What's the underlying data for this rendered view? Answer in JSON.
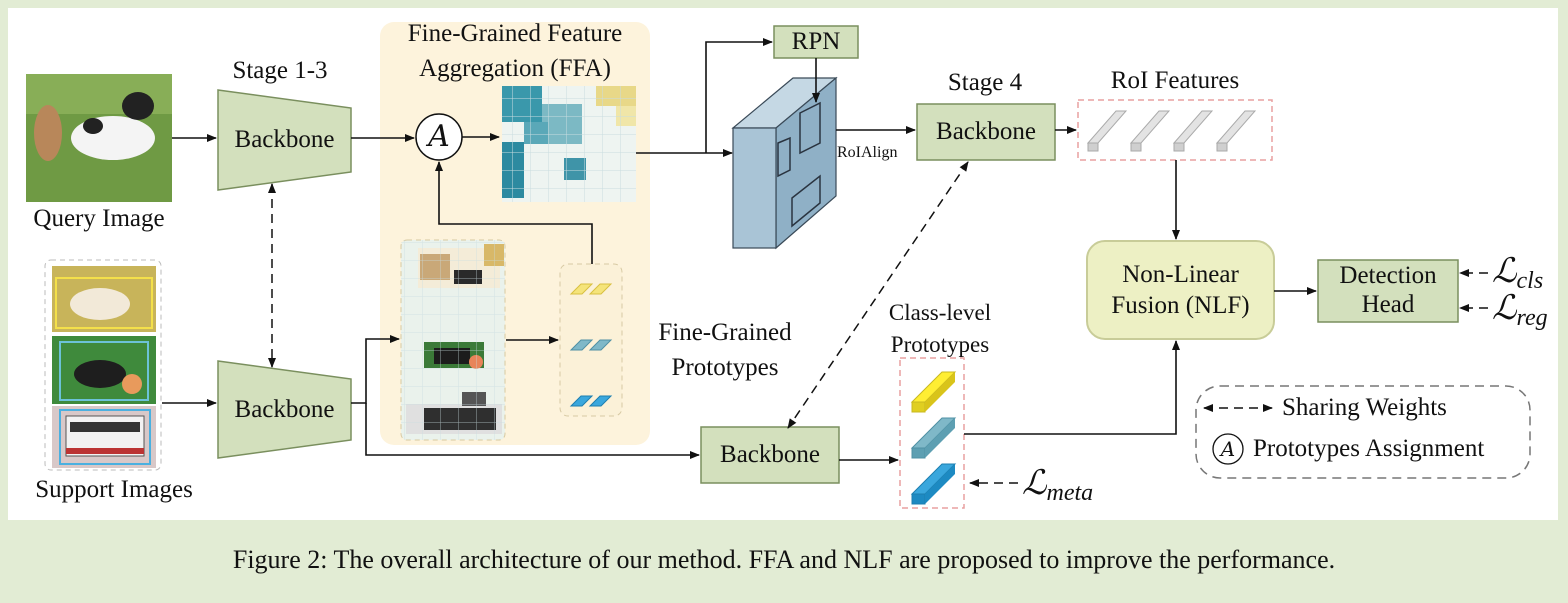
{
  "labels": {
    "stage13": "Stage 1-3",
    "ffa_title_line1": "Fine-Grained Feature",
    "ffa_title_line2": "Aggregation (FFA)",
    "rpn": "RPN",
    "stage4": "Stage 4",
    "roi_features": "RoI Features",
    "roialign": "RoIAlign",
    "query_image": "Query Image",
    "support_images": "Support Images",
    "fine_grained_prototypes_line1": "Fine-Grained",
    "fine_grained_prototypes_line2": "Prototypes",
    "class_level_prototypes_line1": "Class-level",
    "class_level_prototypes_line2": "Prototypes",
    "assignment_symbol": "A"
  },
  "boxes": {
    "backbone_top": "Backbone",
    "backbone_bottom": "Backbone",
    "backbone_stage4": "Backbone",
    "backbone_meta": "Backbone",
    "nlf_line1": "Non-Linear",
    "nlf_line2": "Fusion (NLF)",
    "detection_head_line1": "Detection",
    "detection_head_line2": "Head"
  },
  "losses": {
    "cls": {
      "symbol": "ℒ",
      "sub": "cls"
    },
    "reg": {
      "symbol": "ℒ",
      "sub": "reg"
    },
    "meta": {
      "symbol": "ℒ",
      "sub": "meta"
    }
  },
  "legend": {
    "sharing_weights": "Sharing Weights",
    "prototypes_assignment": "Prototypes Assignment"
  },
  "caption": "Figure 2: The overall architecture of our method. FFA and NLF are proposed to improve the performance.",
  "colors": {
    "page_background": "#e2ecd4",
    "box_green": "#d3e0bd",
    "box_green_border": "#7a8f5e",
    "ffa_panel": "#fdf3dc",
    "nlf_fill": "#edf0c4",
    "feature_map": "#a9c4d6",
    "dashed_pink": "#e8a0a0",
    "proto_yellow": "#ffee33",
    "proto_teal": "#7fb8c8",
    "proto_blue": "#3aa7dd"
  }
}
